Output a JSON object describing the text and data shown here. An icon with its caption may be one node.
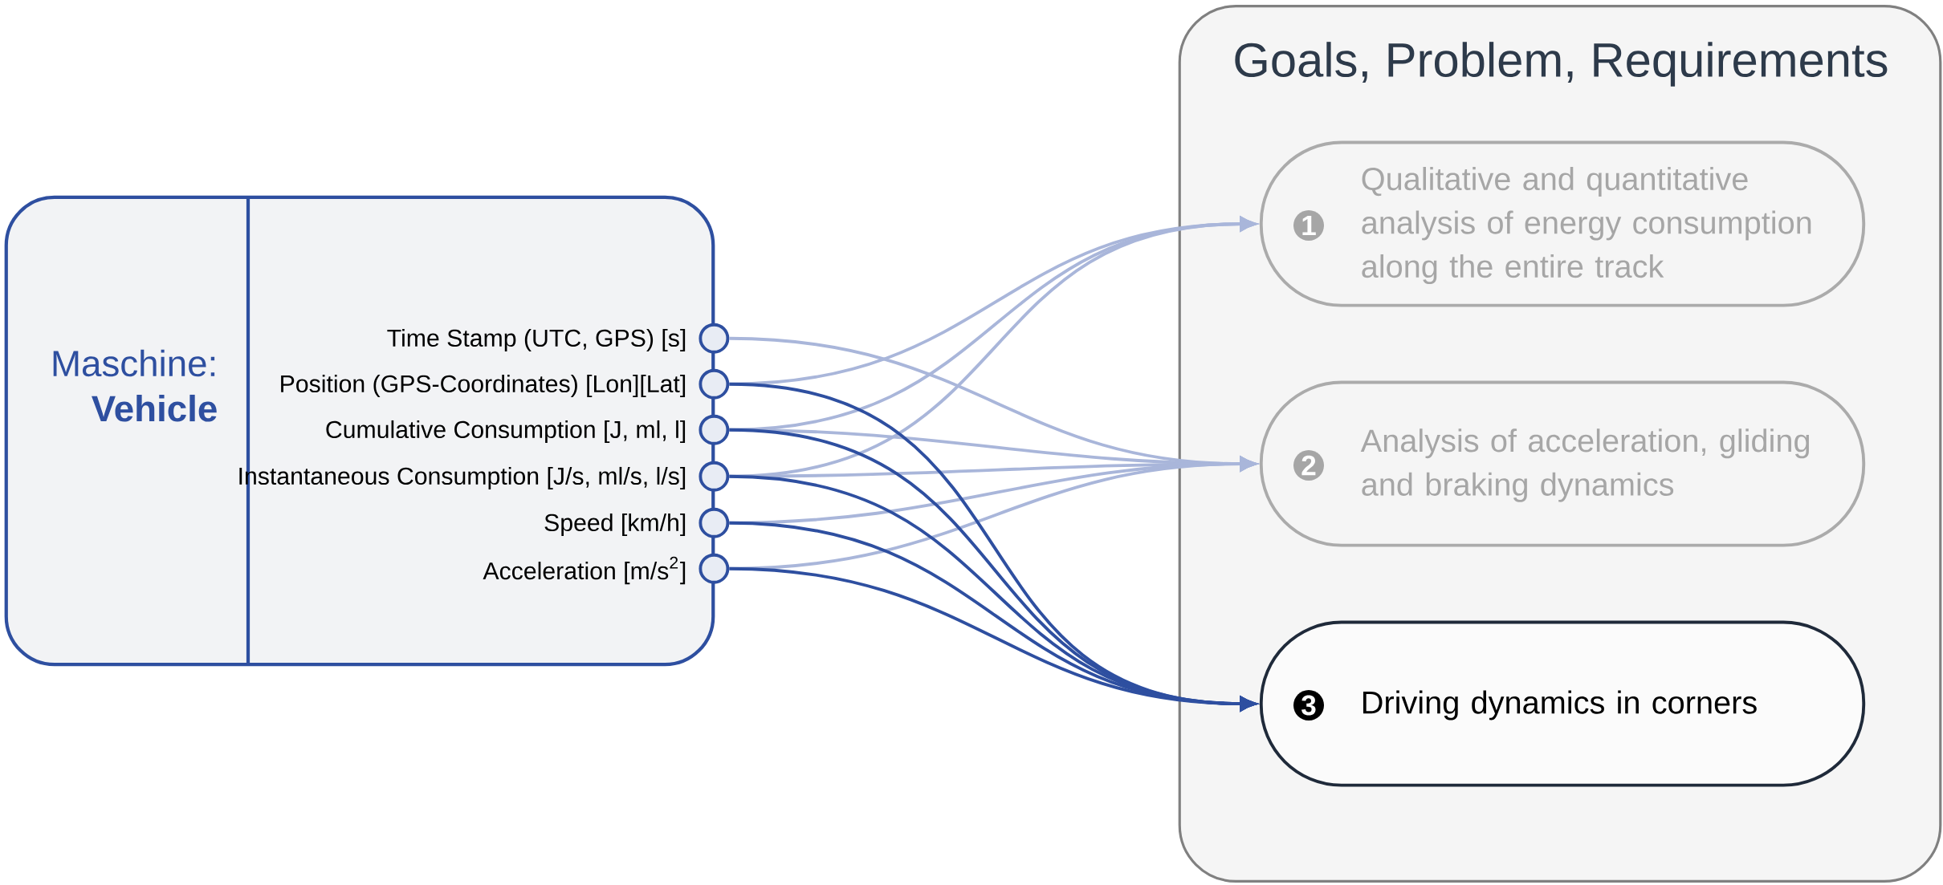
{
  "diagram": {
    "nodes": [
      {
        "text": [
          "Maschine: **Vehicle**"
        ]
      },
      {
        "text": [],
        "shape": "circle",
        "in": 0,
        "beside": [
          "Time Stamp (UTC, GPS) [s]"
        ]
      },
      {
        "text": [],
        "shape": "circle",
        "in": 0,
        "beside": [
          "Position (GPS-Coordinates) [Lon][Lat]"
        ]
      },
      {
        "text": [],
        "shape": "circle",
        "in": 0,
        "beside": [
          "Cumulative Consumption [J, ml, l]"
        ]
      },
      {
        "text": [],
        "shape": "circle",
        "in": 0,
        "beside": [
          "Instantaneous  Consumption [J/s, ml/s, l/s]"
        ]
      },
      {
        "text": [],
        "shape": "circle",
        "in": 0,
        "beside": [
          "Speed [km/h]"
        ]
      },
      {
        "text": [],
        "shape": "circle",
        "in": 0,
        "beside": [
          "Acceleration [m/s$^{2}$]"
        ]
      },
      {
        "text": [
          "Goals, Problem, Requirements"
        ]
      },
      {
        "text": [
          "1",
          "Qualitative and quantitative analysis of energy consumption along the entire track"
        ],
        "in": 7
      },
      {
        "text": [
          "2",
          "Analysis of acceleration, gliding and braking dynamics"
        ],
        "in": 7
      },
      {
        "text": [
          "3",
          "Driving dynamics in corners"
        ],
        "in": 7
      }
    ],
    "edges": [
      {
        "from": 2,
        "to": 8,
        "arrow": "to"
      },
      {
        "from": 3,
        "to": 8,
        "arrow": "to"
      },
      {
        "from": 4,
        "to": 8,
        "arrow": "to"
      },
      {
        "from": 1,
        "to": 9,
        "arrow": "to"
      },
      {
        "from": 3,
        "to": 9,
        "arrow": "to"
      },
      {
        "from": 4,
        "to": 9,
        "arrow": "to"
      },
      {
        "from": 5,
        "to": 9,
        "arrow": "to"
      },
      {
        "from": 6,
        "to": 9,
        "arrow": "to"
      },
      {
        "from": 2,
        "to": 10,
        "arrow": "to",
        "color": "#2e4fa0"
      },
      {
        "from": 3,
        "to": 10,
        "arrow": "to",
        "color": "#2e4fa0"
      },
      {
        "from": 4,
        "to": 10,
        "arrow": "to",
        "color": "#2e4fa0"
      },
      {
        "from": 5,
        "to": 10,
        "arrow": "to",
        "color": "#2e4fa0"
      },
      {
        "from": 6,
        "to": 10,
        "arrow": "to",
        "color": "#2e4fa0"
      }
    ]
  }
}
